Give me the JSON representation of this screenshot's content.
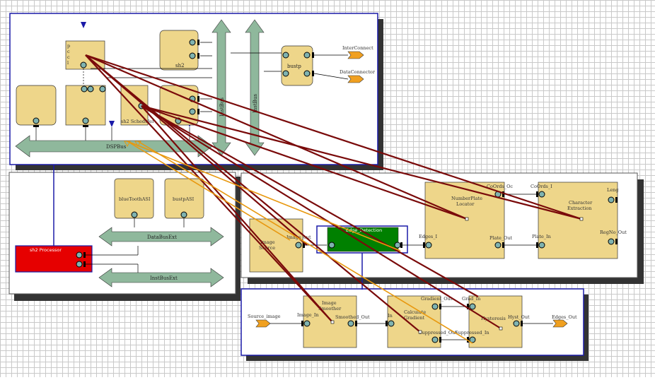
{
  "blocks": {
    "sh2": "sh2",
    "bustp": "bustp",
    "sh2_scheduler": "sh2 Scheduler",
    "blue_tooth_asi": "blueToothASI",
    "bustp_asi": "bustpASI",
    "sh2_processor": "sh2 Processor",
    "image_source": "Image\nSource",
    "edge_detection": "Edge_Detection",
    "number_plate_locator": "NumberPlate\nLocator",
    "character_extraction": "Character\nExtraction",
    "image_smoother": "Image\nSmoother",
    "calculate_gradient": "Calculate\nGradient",
    "hysteresis": "Hysteresis"
  },
  "buses": {
    "dsp_bus": "DSPBus",
    "inst_bus": "InstBus",
    "instr_bus": "InstBus",
    "data_bus_ext": "DataBusExt",
    "inst_bus_ext": "InstBusExt"
  },
  "ports": {
    "inter_connector": "InterConnect",
    "data_connector": "DataConnector",
    "image_out": "Image_out",
    "edges_i": "Edges_I",
    "co_ords_oc": "CoOrds_Oc",
    "co_ords_i": "CoOrds_I",
    "plate_out": "Plate_Out",
    "plate_in": "Plate_In",
    "leng": "Leng",
    "reg_no_out": "RegNo_Out",
    "source_image": "Source_image",
    "image_in": "Image_In",
    "smoothed_out": "Smoothed_Out",
    "in": "In",
    "gradient_out": "Gradient_Out",
    "grad_in": "Grad_In",
    "suppressed_out": "Suppressed_Out",
    "suppressed_in": "Suppressed_In",
    "hyst_out": "Hyst_Out",
    "edges_out": "Edges_Out"
  },
  "colors": {
    "block_fill": "#eed68a",
    "bus_fill": "#8fb89c",
    "processor_fill": "#e60000",
    "edge_detection_fill": "#008000",
    "connector_fill": "#f0a020",
    "mapping_line": "#7a0a0a",
    "alt_mapping_line": "#e8980f",
    "container_border": "#1a1aa8"
  }
}
